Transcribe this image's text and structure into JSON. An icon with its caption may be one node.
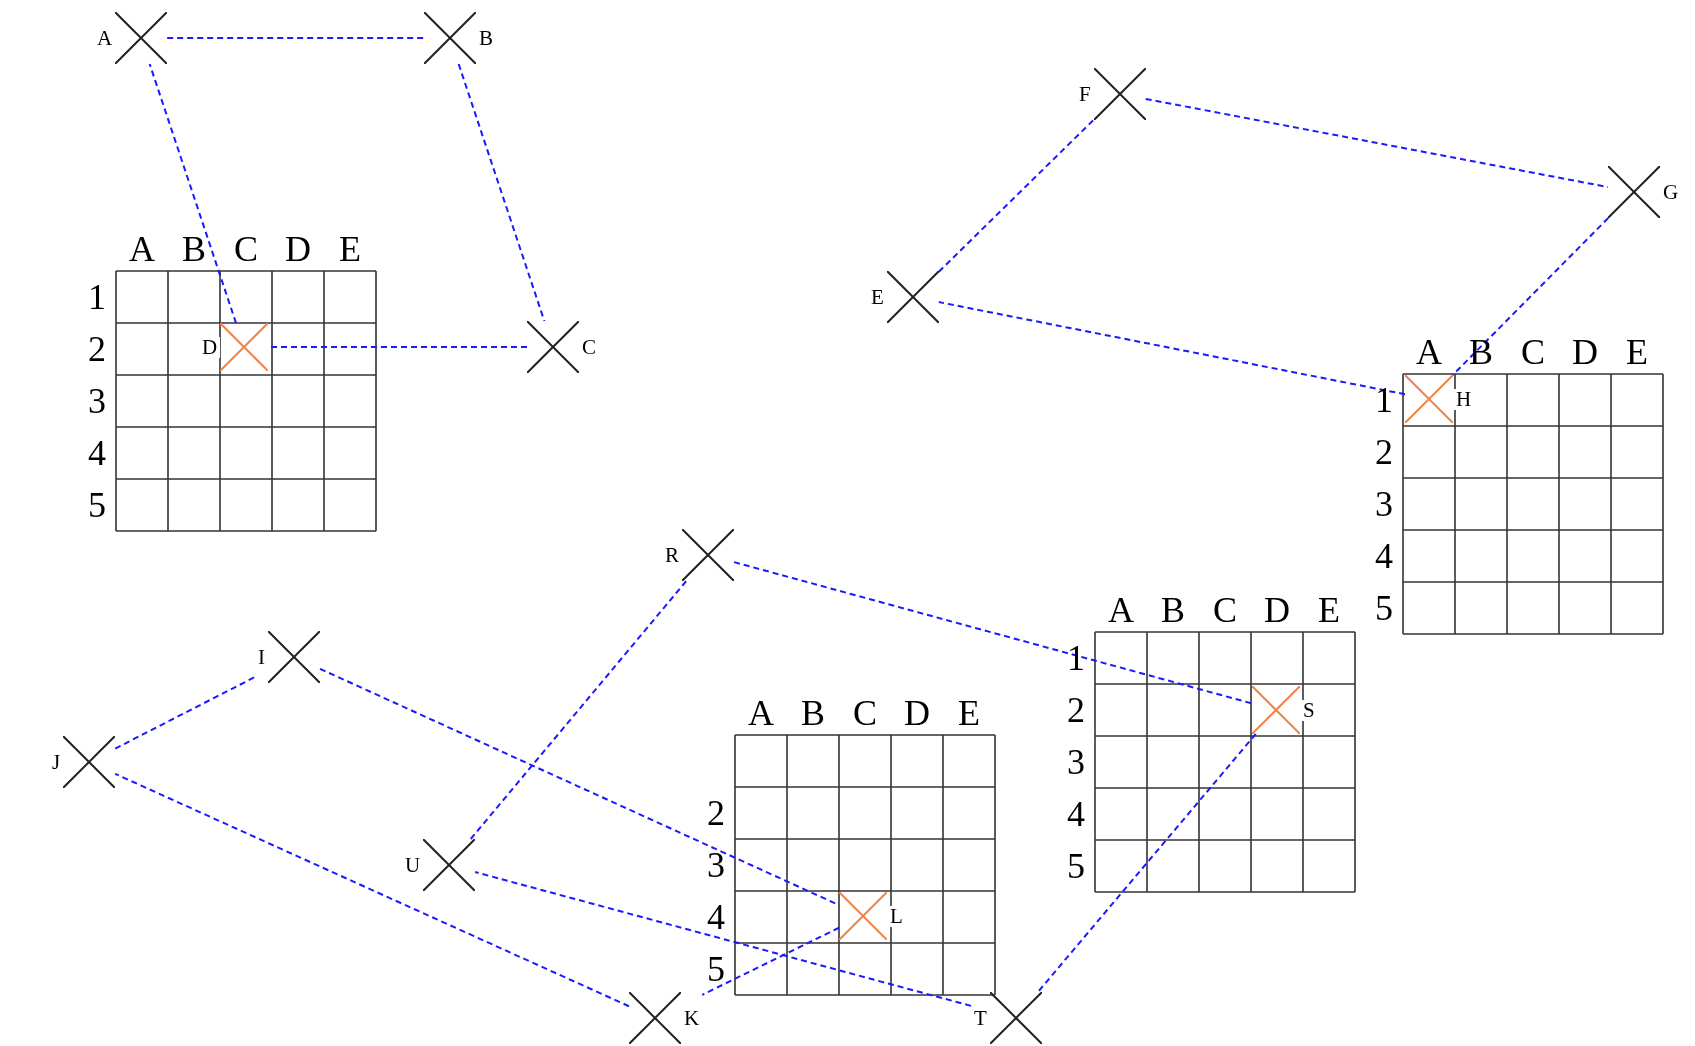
{
  "diagram": {
    "nodes": [
      {
        "text": [
          "A"
        ]
      },
      {
        "text": [
          "B"
        ]
      },
      {
        "text": [
          "C"
        ]
      },
      {
        "text": [
          "D"
        ]
      },
      {
        "text": [
          "E"
        ]
      },
      {
        "text": [
          "F"
        ]
      },
      {
        "text": [
          "G"
        ]
      },
      {
        "text": [
          "H"
        ]
      },
      {
        "text": [
          "I"
        ]
      },
      {
        "text": [
          "J"
        ]
      },
      {
        "text": [
          "K"
        ]
      },
      {
        "text": [
          "L"
        ]
      },
      {
        "text": [
          "R"
        ]
      },
      {
        "text": [
          "S"
        ]
      },
      {
        "text": [
          "T"
        ]
      },
      {
        "text": [
          "U"
        ]
      }
    ],
    "edges": [
      {
        "from": 0,
        "to": 1,
        "arrow": "none",
        "style": "dashed"
      },
      {
        "from": 1,
        "to": 2,
        "arrow": "none",
        "style": "dashed"
      },
      {
        "from": 2,
        "to": 3,
        "arrow": "none",
        "style": "dashed"
      },
      {
        "from": 3,
        "to": 0,
        "arrow": "none",
        "style": "dashed"
      },
      {
        "from": 5,
        "to": 6,
        "arrow": "none",
        "style": "dashed"
      },
      {
        "from": 6,
        "to": 7,
        "arrow": "none",
        "style": "dashed"
      },
      {
        "from": 7,
        "to": 4,
        "arrow": "none",
        "style": "dashed"
      },
      {
        "from": 4,
        "to": 5,
        "arrow": "none",
        "style": "dashed"
      },
      {
        "from": 9,
        "to": 8,
        "arrow": "none",
        "style": "dashed"
      },
      {
        "from": 8,
        "to": 11,
        "arrow": "none",
        "style": "dashed"
      },
      {
        "from": 11,
        "to": 10,
        "arrow": "none",
        "style": "dashed"
      },
      {
        "from": 10,
        "to": 9,
        "arrow": "none",
        "style": "dashed"
      },
      {
        "from": 12,
        "to": 13,
        "arrow": "none",
        "style": "dashed"
      },
      {
        "from": 13,
        "to": 14,
        "arrow": "none",
        "style": "dashed"
      },
      {
        "from": 14,
        "to": 15,
        "arrow": "none",
        "style": "dashed"
      },
      {
        "from": 15,
        "to": 12,
        "arrow": "none",
        "style": "dashed"
      }
    ],
    "labels": [
      "A",
      "B",
      "C",
      "D",
      "E",
      "1",
      "2",
      "3",
      "4",
      "5",
      "A",
      "B",
      "C",
      "D",
      "E",
      "1",
      "2",
      "3",
      "4",
      "A",
      "B",
      "C",
      "D",
      "E",
      "5",
      "1",
      "2",
      "3",
      "4",
      "5",
      "A",
      "B",
      "C",
      "D",
      "E",
      "2",
      "3",
      "4",
      "5"
    ]
  }
}
